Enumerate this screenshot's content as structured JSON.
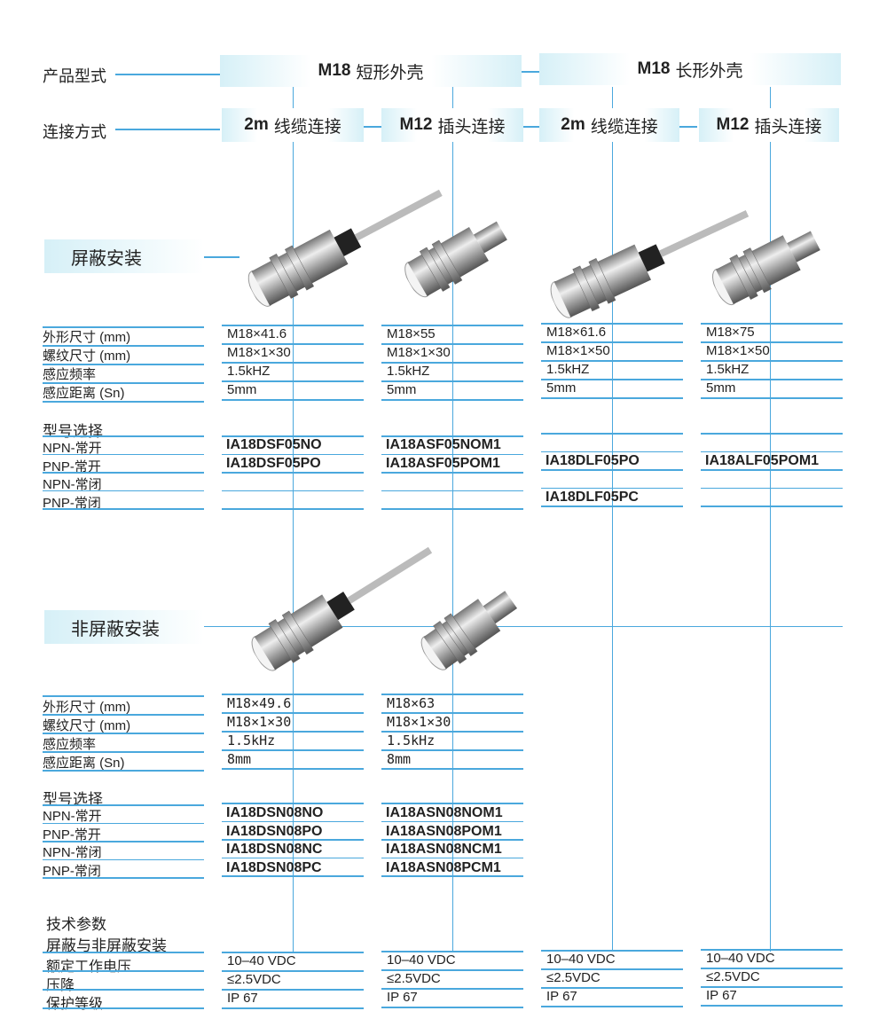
{
  "header": {
    "row_labels": {
      "product_type": "产品型式",
      "connection": "连接方式"
    },
    "product_types": [
      {
        "bold": "M18",
        "text": "短形外壳"
      },
      {
        "bold": "M18",
        "text": "长形外壳"
      }
    ],
    "connections": [
      {
        "bold": "2m",
        "text": "线缆连接"
      },
      {
        "bold": "M12",
        "text": "插头连接"
      },
      {
        "bold": "2m",
        "text": "线缆连接"
      },
      {
        "bold": "M12",
        "text": "插头连接"
      }
    ]
  },
  "shielded": {
    "title": "屏蔽安装",
    "spec_labels": [
      "外形尺寸 (mm)",
      "螺纹尺寸 (mm)",
      "感应频率",
      "感应距离 (Sn)"
    ],
    "specs": [
      [
        "M18×41.6",
        "M18×1×30",
        "1.5kHZ",
        "5mm"
      ],
      [
        "M18×55",
        "M18×1×30",
        "1.5kHZ",
        "5mm"
      ],
      [
        "M18×61.6",
        "M18×1×50",
        "1.5kHZ",
        "5mm"
      ],
      [
        "M18×75",
        "M18×1×50",
        "1.5kHZ",
        "5mm"
      ]
    ],
    "model_title": "型号选择",
    "model_labels": [
      "NPN-常开",
      "PNP-常开",
      "NPN-常闭",
      "PNP-常闭"
    ],
    "models": [
      [
        "IA18DSF05NO",
        "IA18DSF05PO",
        "",
        ""
      ],
      [
        "IA18ASF05NOM1",
        "IA18ASF05POM1",
        "",
        ""
      ],
      [
        "",
        "IA18DLF05PO",
        "",
        "IA18DLF05PC"
      ],
      [
        "",
        "IA18ALF05POM1",
        "",
        ""
      ]
    ]
  },
  "nonshielded": {
    "title": "非屏蔽安装",
    "spec_labels": [
      "外形尺寸 (mm)",
      "螺纹尺寸 (mm)",
      "感应频率",
      "感应距离 (Sn)"
    ],
    "specs": [
      [
        "M18×49.6",
        "M18×1×30",
        "1.5kHz",
        "8mm"
      ],
      [
        "M18×63",
        "M18×1×30",
        "1.5kHz",
        "8mm"
      ]
    ],
    "model_title": "型号选择",
    "model_labels": [
      "NPN-常开",
      "PNP-常开",
      "NPN-常闭",
      "PNP-常闭"
    ],
    "models": [
      [
        "IA18DSN08NO",
        "IA18DSN08PO",
        "IA18DSN08NC",
        "IA18DSN08PC"
      ],
      [
        "IA18ASN08NOM1",
        "IA18ASN08POM1",
        "IA18ASN08NCM1",
        "IA18ASN08PCM1"
      ]
    ]
  },
  "tech": {
    "title": "技术参数",
    "subtitle": "屏蔽与非屏蔽安装",
    "labels": [
      "额定工作电压",
      "压降",
      "保护等级"
    ],
    "values": [
      [
        "10–40 VDC",
        "≤2.5VDC",
        "IP 67"
      ],
      [
        "10–40 VDC",
        "≤2.5VDC",
        "IP 67"
      ],
      [
        "10–40 VDC",
        "≤2.5VDC",
        "IP 67"
      ],
      [
        "10–40 VDC",
        "≤2.5VDC",
        "IP 67"
      ]
    ]
  },
  "colors": {
    "line": "#4aa8dd",
    "box": "#d6f0f7"
  }
}
